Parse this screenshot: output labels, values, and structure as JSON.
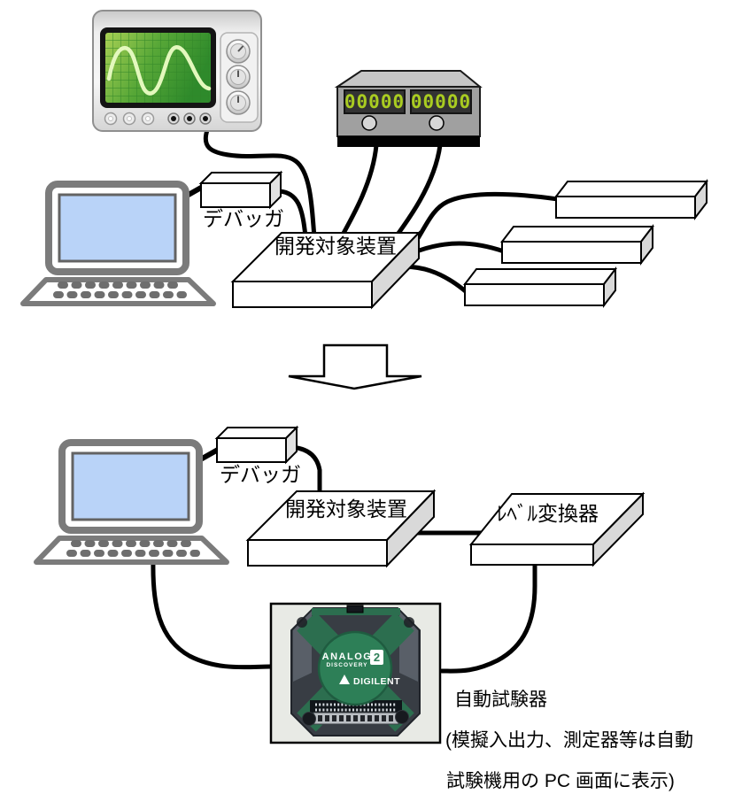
{
  "colors": {
    "cable": "#000000",
    "laptop_frame": "#7b7b7b",
    "laptop_screen_blue": "#b9d3f8",
    "scope_screen_green": "#4f9e33",
    "scope_trace": "#e3f8bd",
    "meter_digit_green": "#a9cc21",
    "ad2_green": "#2d7f57",
    "box_side_gray": "#d9d9d9"
  },
  "before": {
    "meter": {
      "display_left": "00000",
      "display_right": "00000"
    },
    "debugger_label": "デバッガ",
    "target_label": "開発対象装置"
  },
  "after": {
    "debugger_label": "デバッガ",
    "target_label": "開発対象装置",
    "level_converter_label": "ﾚﾍﾞﾙ変換器",
    "tester": {
      "brand_top": "ANALOG",
      "brand_sub": "DISCOVERY",
      "brand_number": "2",
      "brand_company": "DIGILENT"
    },
    "caption_line1": "自動試験器",
    "caption_line2": "(模擬入出力、測定器等は自動",
    "caption_line3": "試験機用の PC 画面に表示)"
  }
}
